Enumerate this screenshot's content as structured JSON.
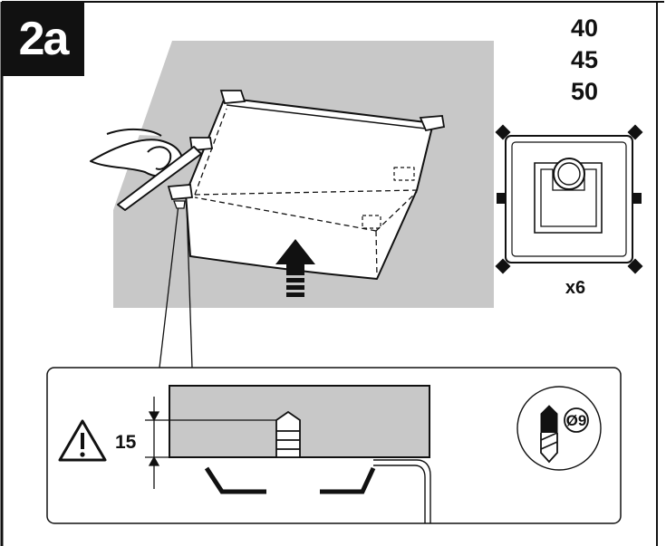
{
  "step": {
    "label": "2a"
  },
  "sizes": [
    "40",
    "45",
    "50"
  ],
  "quantity_label": "x6",
  "detail": {
    "dimension_label": "15",
    "drill_label": "Ø9"
  },
  "colors": {
    "panel_gray": "#c8c8c8",
    "ink": "#111111"
  },
  "icons": [
    "warning-icon",
    "drill-bit-icon",
    "up-arrow-icon",
    "pencil-hand-icon"
  ]
}
